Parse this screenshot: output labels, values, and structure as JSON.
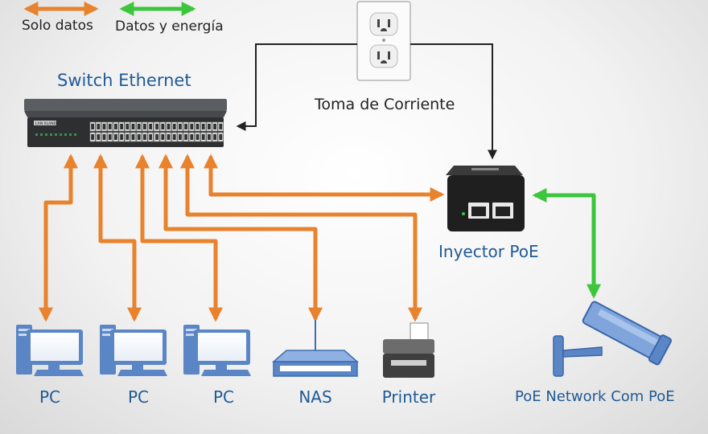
{
  "legend": {
    "data_only": "Solo datos",
    "data_and_power": "Datos y energía"
  },
  "switch": {
    "label": "Switch Ethernet",
    "brand": "LAN XLAND"
  },
  "outlet": {
    "label": "Toma de Corriente"
  },
  "injector": {
    "label": "Inyector PoE"
  },
  "devices": [
    {
      "label": "PC"
    },
    {
      "label": "PC"
    },
    {
      "label": "PC"
    },
    {
      "label": "NAS"
    },
    {
      "label": "Printer"
    },
    {
      "label": "PoE Network Com PoE"
    }
  ],
  "colors": {
    "data_only": "#e8822c",
    "data_and_power": "#3cc63c",
    "device_blue": "#5b86c6",
    "label_blue": "#1f5a95"
  }
}
